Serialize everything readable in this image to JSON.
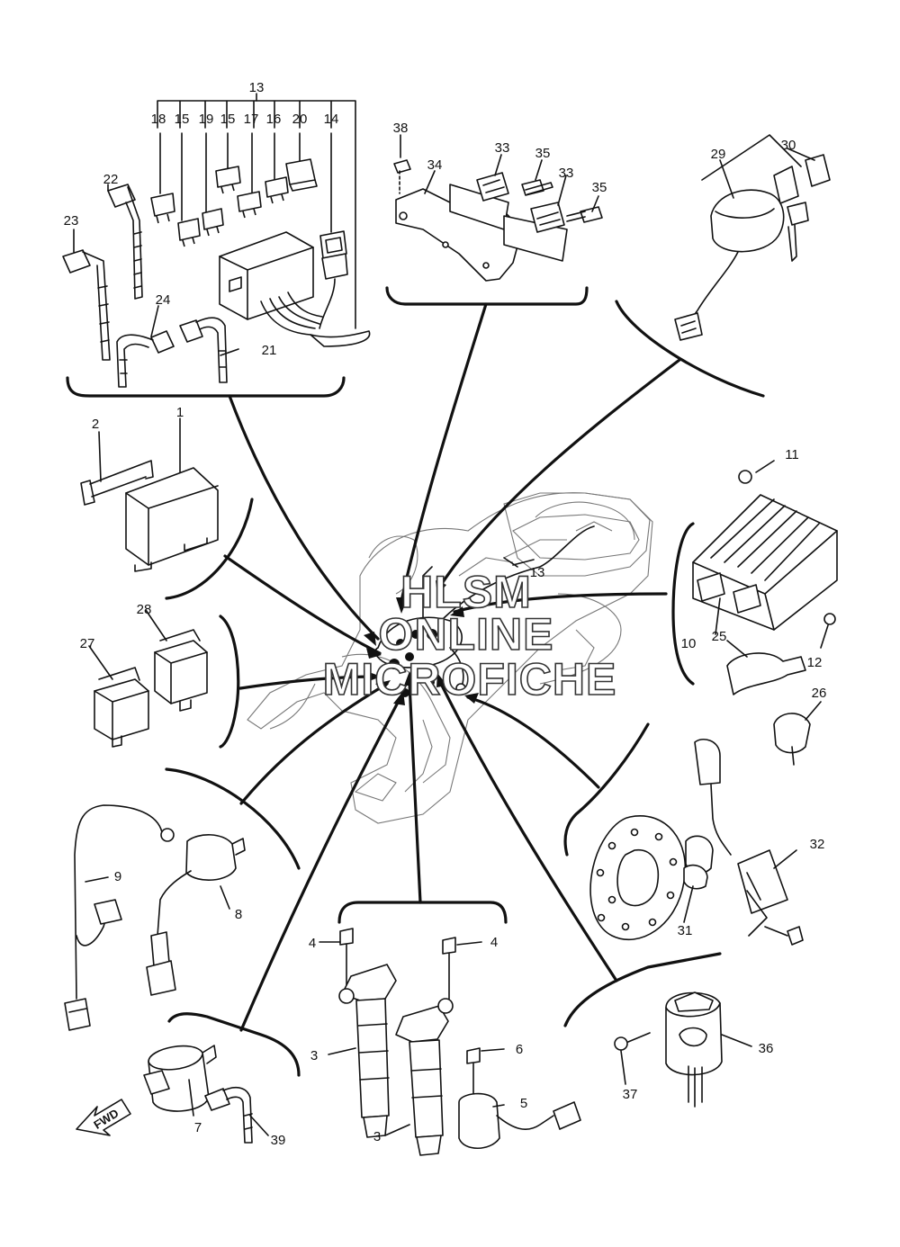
{
  "callouts": {
    "c1": "1",
    "c2": "2",
    "c3a": "3",
    "c3b": "3",
    "c4a": "4",
    "c4b": "4",
    "c5": "5",
    "c6": "6",
    "c7": "7",
    "c8": "8",
    "c9": "9",
    "c10": "10",
    "c11": "11",
    "c12": "12",
    "c13": "13",
    "c13b": "13",
    "c14": "14",
    "c15a": "15",
    "c15b": "15",
    "c16": "16",
    "c17": "17",
    "c18": "18",
    "c19": "19",
    "c20": "20",
    "c21": "21",
    "c22": "22",
    "c23": "23",
    "c24": "24",
    "c25": "25",
    "c26": "26",
    "c27": "27",
    "c28": "28",
    "c29": "29",
    "c30": "30",
    "c31": "31",
    "c32": "32",
    "c33a": "33",
    "c33b": "33",
    "c34": "34",
    "c35a": "35",
    "c35b": "35",
    "c36": "36",
    "c37": "37",
    "c38": "38",
    "c39": "39"
  },
  "direction_marker": "FWD",
  "watermark": {
    "line1": "HLSM",
    "line2": "ONLINE",
    "line3": "MICROFICHE"
  },
  "colors": {
    "line": "#111111",
    "background": "#ffffff"
  }
}
